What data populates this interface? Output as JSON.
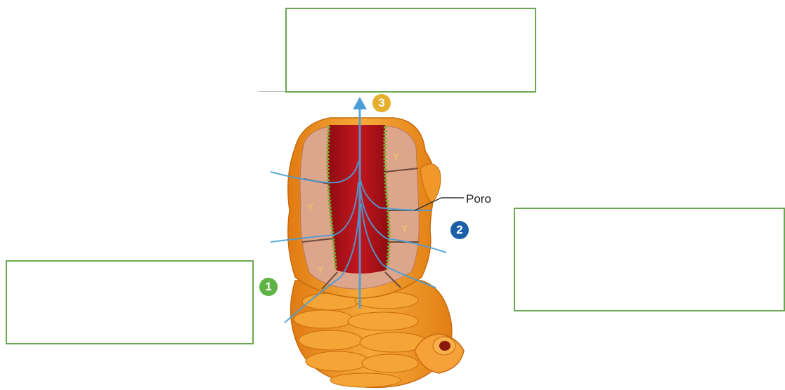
{
  "labels": {
    "pore": "Poro",
    "flow_step_1": "1",
    "flow_step_2": "2",
    "flow_step_3": "3"
  },
  "answer_boxes": {
    "top": "",
    "left": "",
    "right": ""
  },
  "colors": {
    "box_border": "#6aa84f",
    "badge_1": "#5fb244",
    "badge_2": "#1a5fa8",
    "badge_3": "#e5ae2b",
    "water_flow": "#4a9fd8",
    "sponge_body": "#f29a23",
    "inner_cavity": "#b8141c"
  },
  "icons": {
    "illustration": "sponge-cross-section"
  }
}
